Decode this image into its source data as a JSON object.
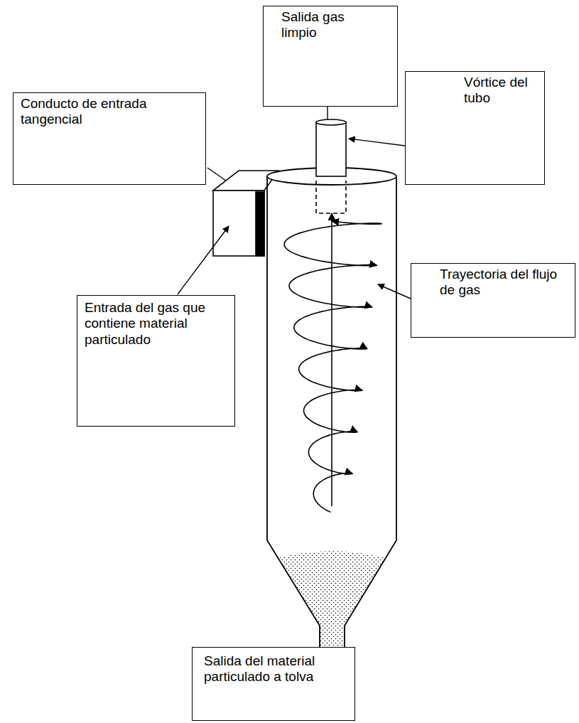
{
  "diagram": {
    "nodes": [
      {
        "text": [
          "Salida gas limpio"
        ]
      },
      {
        "text": [
          "Vórtice del tubo"
        ]
      },
      {
        "text": [
          "Conducto de entrada tangencial"
        ]
      },
      {
        "text": [
          "Trayectoria del flujo de gas"
        ]
      },
      {
        "text": [
          "Entrada del gas que contiene material particulado"
        ]
      },
      {
        "text": [
          "Salida del material particulado a tolva"
        ]
      }
    ]
  }
}
